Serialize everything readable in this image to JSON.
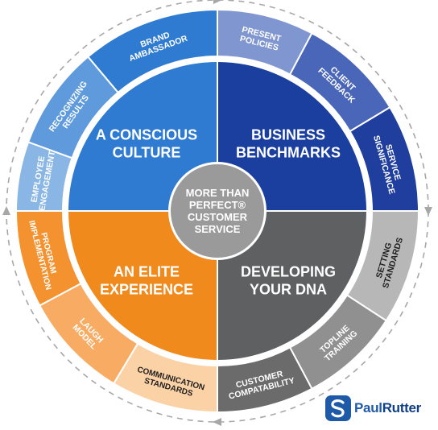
{
  "center": {
    "lines": [
      "MORE THAN",
      "PERFECT®",
      "CUSTOMER",
      "SERVICE"
    ]
  },
  "quadrants": [
    {
      "key": "conscious",
      "lines": [
        "A CONSCIOUS",
        "CULTURE"
      ],
      "color": "#2f7bd1"
    },
    {
      "key": "business",
      "lines": [
        "BUSINESS",
        "BENCHMARKS"
      ],
      "color": "#1b3f9f"
    },
    {
      "key": "dna",
      "lines": [
        "DEVELOPING",
        "YOUR DNA"
      ],
      "color": "#5f6062"
    },
    {
      "key": "elite",
      "lines": [
        "AN ELITE",
        "EXPERIENCE"
      ],
      "color": "#f08a1c"
    }
  ],
  "ring_segments": [
    {
      "key": "brand-ambassador",
      "lines": [
        "BRAND",
        "AMBASSADOR"
      ],
      "color": "#2f7bd1"
    },
    {
      "key": "recognizing-results",
      "lines": [
        "RECOGNIZING",
        "RESULTS"
      ],
      "color": "#5f9bdc"
    },
    {
      "key": "employee-engagement",
      "lines": [
        "EMPLOYEE",
        "ENGAGEMENT"
      ],
      "color": "#8ab6e6"
    },
    {
      "key": "present-policies",
      "lines": [
        "PRESENT",
        "POLICIES"
      ],
      "color": "#8096d0"
    },
    {
      "key": "client-feedback",
      "lines": [
        "CLIENT",
        "FEEDBACK"
      ],
      "color": "#4a66b8"
    },
    {
      "key": "service-significance",
      "lines": [
        "SERVICE",
        "SIGNIFICANCE"
      ],
      "color": "#1f3e9d"
    },
    {
      "key": "setting-standards",
      "lines": [
        "SETTING",
        "STANDARDS"
      ],
      "color": "#b7b7b7"
    },
    {
      "key": "topline-training",
      "lines": [
        "TOPLINE",
        "TRAINING"
      ],
      "color": "#909090"
    },
    {
      "key": "customer-compatability",
      "lines": [
        "CUSTOMER",
        "COMPATABILITY"
      ],
      "color": "#6b6b6b"
    },
    {
      "key": "communication-standards",
      "lines": [
        "COMMUNICATION",
        "STANDARDS"
      ],
      "color": "#fbd2a6"
    },
    {
      "key": "laugh-model",
      "lines": [
        "LAUGH",
        "MODEL"
      ],
      "color": "#f8ab62"
    },
    {
      "key": "program-implementation",
      "lines": [
        "PROGRAM",
        "IMPLEMENTATION"
      ],
      "color": "#f4922f"
    }
  ],
  "logo": {
    "paul": "Paul",
    "rutter": "Rutter",
    "mark": "S"
  }
}
